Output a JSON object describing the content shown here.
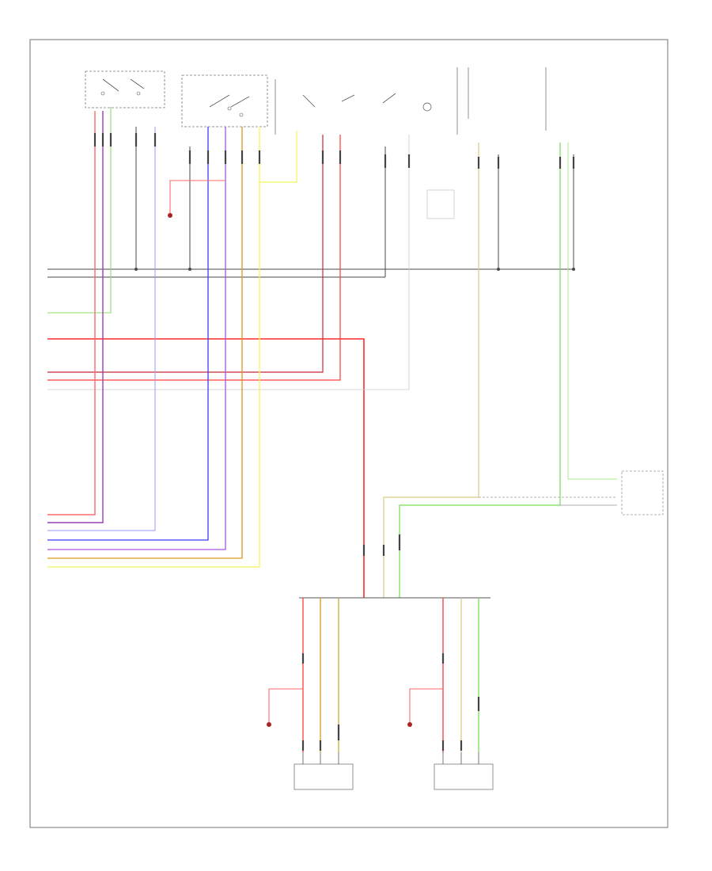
{
  "diagram": {
    "footer_label": "",
    "colors": {
      "frame": "#8a8a8a",
      "ground": "#4a4a4a",
      "red": "#ff2a2a",
      "pink": "#ff8c8c",
      "violet": "#9a4fd6",
      "blue": "#3a3aff",
      "lightblue": "#8a8aff",
      "orange": "#d99a1a",
      "yellow": "#ffff66",
      "green": "#66dd44",
      "lightgreen": "#aaee88",
      "tan": "#ddcc88",
      "gray": "#aaaaaa"
    },
    "components": [
      {
        "id": "switch-1",
        "name": ""
      },
      {
        "id": "switch-2",
        "name": ""
      },
      {
        "id": "switch-3",
        "name": ""
      },
      {
        "id": "switch-4",
        "name": ""
      },
      {
        "id": "switch-5",
        "name": ""
      },
      {
        "id": "module-right-1",
        "name": ""
      },
      {
        "id": "module-right-2",
        "name": ""
      },
      {
        "id": "connector-right",
        "name": ""
      },
      {
        "id": "module-bottom-left",
        "name": ""
      },
      {
        "id": "module-bottom-right",
        "name": ""
      }
    ]
  }
}
